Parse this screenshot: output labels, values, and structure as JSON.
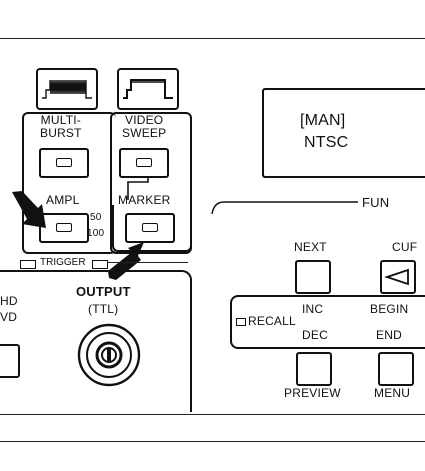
{
  "generator": {
    "multiburst_label": "MULTI-\nBURST",
    "video_sweep_label": "VIDEO\nSWEEP",
    "ampl_label": "AMPL",
    "ampl_values": [
      "50",
      "100"
    ],
    "marker_label": "MARKER",
    "trigger_label": "TRIGGER",
    "output_label": "OUTPUT",
    "output_sub_label": "(TTL)",
    "left_partial_1": "HD",
    "left_partial_2": "VD"
  },
  "display": {
    "line1": "[MAN]",
    "line2": "NTSC"
  },
  "function_panel": {
    "section_label": "FUN",
    "next_label": "NEXT",
    "cur_label": "CUF",
    "inc_label": "INC",
    "begin_label": "BEGIN",
    "recall_label": "RECALL",
    "dec_label": "DEC",
    "end_label": "END",
    "preview_label": "PREVIEW",
    "menu_label": "MENU"
  }
}
